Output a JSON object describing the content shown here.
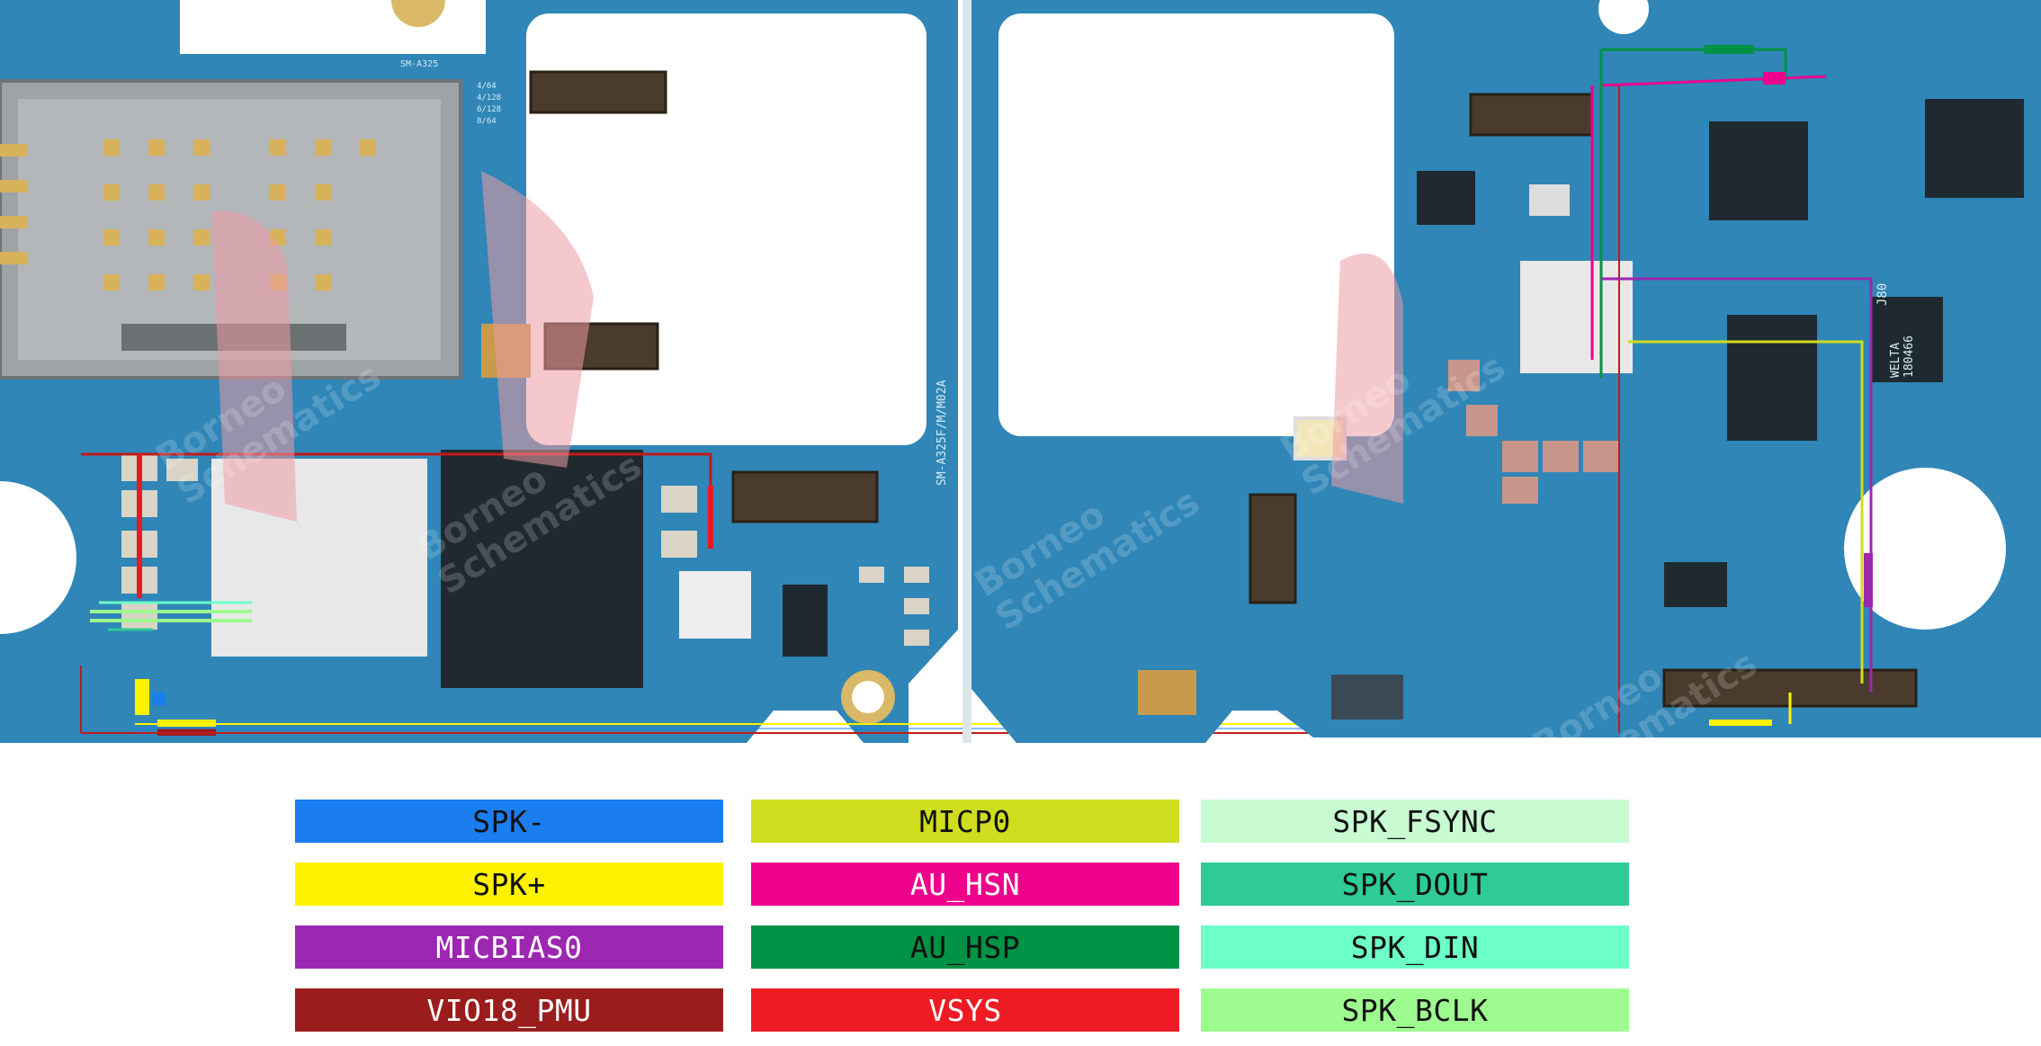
{
  "board": {
    "left_board_labels": [
      "SM-A325",
      "4/64",
      "4/128",
      "6/128",
      "8/64"
    ],
    "right_board_labels": [
      "SM-A325F/M/M02A",
      "J80",
      "WELTA",
      "180466"
    ],
    "watermark": [
      "Borneo",
      "Schematics"
    ]
  },
  "legend": [
    {
      "label": "SPK-",
      "color": "#1a7ef0",
      "text_color": "#111111"
    },
    {
      "label": "MICP0",
      "color": "#cfdd1e",
      "text_color": "#111111"
    },
    {
      "label": "SPK_FSYNC",
      "color": "#c8fbd2",
      "text_color": "#111111"
    },
    {
      "label": "SPK+",
      "color": "#fff200",
      "text_color": "#111111"
    },
    {
      "label": "AU_HSN",
      "color": "#ec008c",
      "text_color": "#ffffff"
    },
    {
      "label": "SPK_DOUT",
      "color": "#2ecb95",
      "text_color": "#111111"
    },
    {
      "label": "MICBIAS0",
      "color": "#9c27b0",
      "text_color": "#ffffff"
    },
    {
      "label": "AU_HSP",
      "color": "#009245",
      "text_color": "#111111"
    },
    {
      "label": "SPK_DIN",
      "color": "#6cffc8",
      "text_color": "#111111"
    },
    {
      "label": "VIO18_PMU",
      "color": "#9b1c1c",
      "text_color": "#ffffff"
    },
    {
      "label": "VSYS",
      "color": "#ed1c24",
      "text_color": "#ffffff"
    },
    {
      "label": "SPK_BCLK",
      "color": "#9dfb8f",
      "text_color": "#111111"
    }
  ]
}
